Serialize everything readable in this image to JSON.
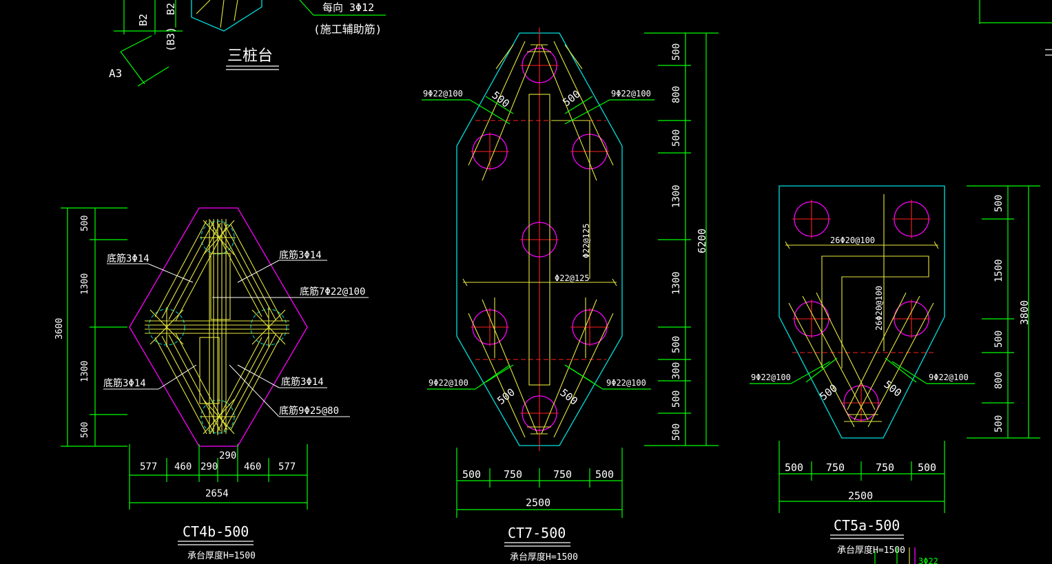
{
  "top": {
    "label_b2": "B2",
    "label_b2b": "B2",
    "label_b3": "(B3)",
    "label_a3": "A3",
    "rebar_note": "每向 3Φ12",
    "rebar_note2": "(施工辅助筋)",
    "title": "三桩台"
  },
  "ct4b": {
    "name": "CT4b-500",
    "thickness": "承台厚度H=1500",
    "bars": [
      "底筋3Φ14",
      "底筋3Φ14",
      "底筋7Φ22@100",
      "底筋3Φ14",
      "底筋3Φ14",
      "底筋9Φ25@80"
    ],
    "vdims": [
      "500",
      "1300",
      "1300",
      "500"
    ],
    "vtotal": "3600",
    "hdims": [
      "577",
      "460",
      "290",
      "290",
      "460",
      "577"
    ],
    "htotal": "2654"
  },
  "ct7": {
    "name": "CT7-500",
    "thickness": "承台厚度H=1500",
    "bars": [
      "9Φ22@100",
      "9Φ22@100",
      "9Φ22@100",
      "9Φ22@100",
      "Φ22@125",
      "Φ22@125"
    ],
    "diag": [
      "500",
      "500",
      "500",
      "500"
    ],
    "vdims": [
      "500",
      "800",
      "500",
      "1300",
      "1300",
      "500",
      "300",
      "500",
      "500"
    ],
    "vtotal": "6200",
    "hdims": [
      "500",
      "750",
      "750",
      "500"
    ],
    "htotal": "2500"
  },
  "ct5a": {
    "name": "CT5a-500",
    "thickness": "承台厚度H=1500",
    "bars": [
      "26Φ20@100",
      "26Φ20@100",
      "9Φ22@100",
      "9Φ22@100"
    ],
    "diag": [
      "500",
      "500"
    ],
    "vdims": [
      "500",
      "1500",
      "500",
      "800",
      "500"
    ],
    "vtotal": "3800",
    "hdims": [
      "500",
      "750",
      "750",
      "500"
    ],
    "htotal": "2500",
    "bottom_note": "3Φ22"
  },
  "colors": {
    "dim": "#00ff00",
    "outline_cyan": "#00e0e0",
    "outline_magenta": "#ff00ff",
    "rebar": "#e8e840",
    "pile": "#ff00ff",
    "axis": "#ff2020",
    "text": "#ffffff"
  }
}
